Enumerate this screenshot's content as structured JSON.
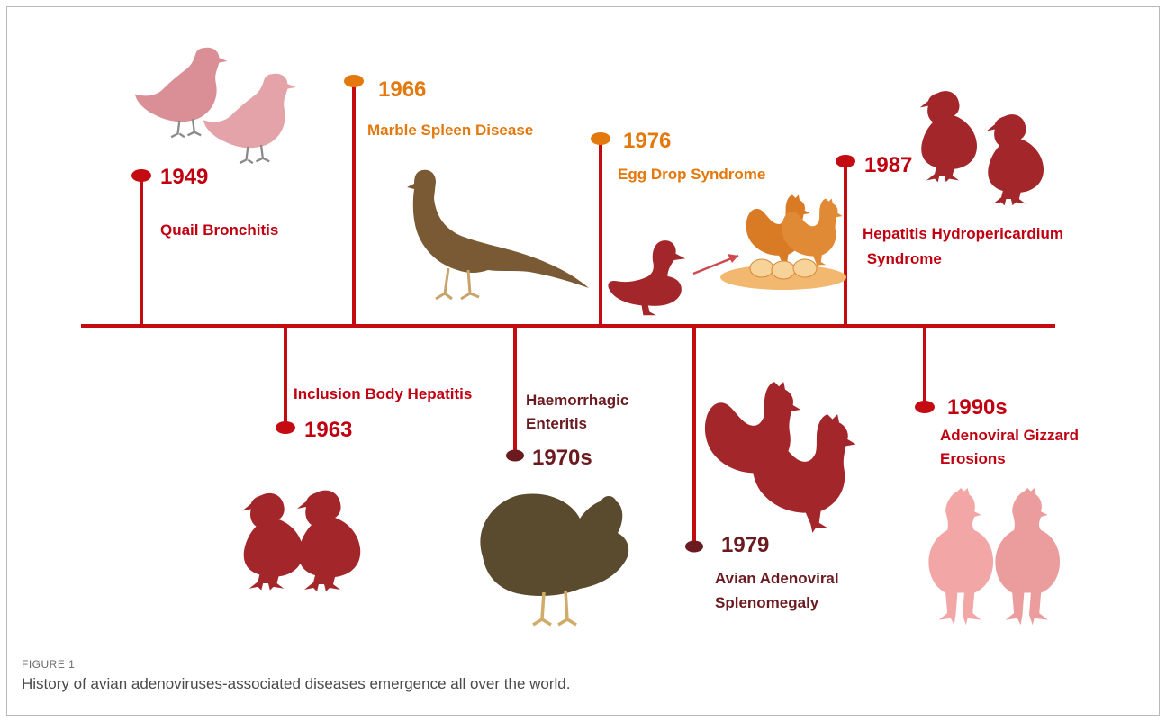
{
  "figure": {
    "label": "FIGURE 1",
    "caption": "History of avian adenoviruses-associated diseases emergence all over the world."
  },
  "colors": {
    "timeline": "#c40b12",
    "red": "#c00010",
    "orange": "#e3780c",
    "maroon": "#6b1a1f",
    "silhouette": "#a3262b",
    "quail": "#d98f95",
    "hen_orange": "#d97a25",
    "turkey": "#5a4a2e",
    "pheasant": "#7a5a34",
    "chick_pink": "#f2a6a6"
  },
  "events": [
    {
      "year": "1949",
      "disease": "Quail Bronchitis",
      "icon": "quail-pair-icon"
    },
    {
      "year": "1963",
      "disease": "Inclusion Body Hepatitis",
      "icon": "chick-pair-icon"
    },
    {
      "year": "1966",
      "disease": "Marble Spleen Disease",
      "icon": "pheasant-icon"
    },
    {
      "year": "1970s",
      "disease": "Haemorrhagic Enteritis",
      "disease_lines": [
        "Haemorrhagic",
        "Enteritis"
      ],
      "icon": "turkey-icon"
    },
    {
      "year": "1976",
      "disease": "Egg Drop Syndrome",
      "icon": "duck-to-hen-icon"
    },
    {
      "year": "1979",
      "disease": "Avian Adenoviral Splenomegaly",
      "disease_lines": [
        "Avian Adenoviral",
        "Splenomegaly"
      ],
      "icon": "hen-pair-icon"
    },
    {
      "year": "1987",
      "disease": "Hepatitis Hydropericardium Syndrome",
      "disease_lines": [
        "Hepatitis Hydropericardium",
        " Syndrome"
      ],
      "icon": "chick-pair-icon"
    },
    {
      "year": "1990s",
      "disease": "Adenoviral Gizzard Erosions",
      "disease_lines": [
        "Adenoviral Gizzard",
        "Erosions"
      ],
      "icon": "broiler-pair-icon"
    }
  ]
}
